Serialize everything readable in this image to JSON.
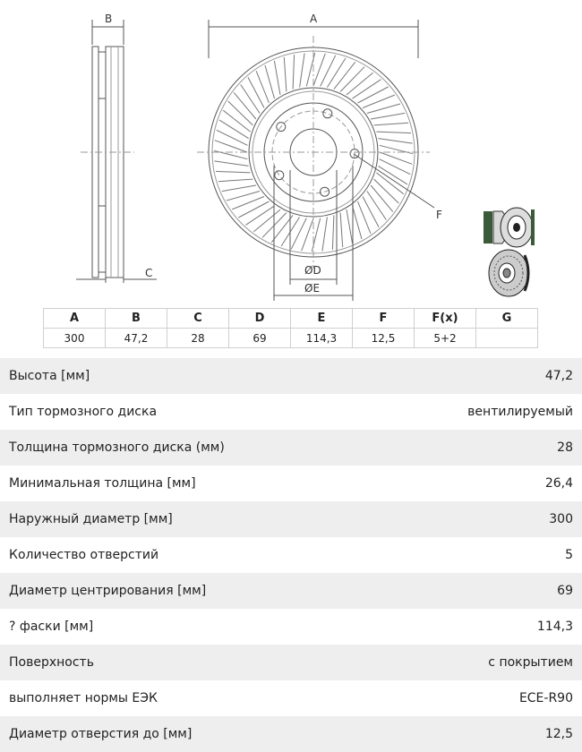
{
  "drawing": {
    "labels": {
      "B": "B",
      "A": "A",
      "C": "C",
      "F": "F",
      "D": "ØD",
      "E": "ØE"
    },
    "bolt_holes": 5,
    "vent_slots": 60
  },
  "dimension_table": {
    "headers": [
      "A",
      "B",
      "C",
      "D",
      "E",
      "F",
      "F(x)",
      "G"
    ],
    "values": [
      "300",
      "47,2",
      "28",
      "69",
      "114,3",
      "12,5",
      "5+2",
      ""
    ]
  },
  "specs": [
    {
      "label": "Высота [мм]",
      "value": "47,2"
    },
    {
      "label": "Тип тормозного диска",
      "value": "вентилируемый"
    },
    {
      "label": "Толщина тормозного диска (мм)",
      "value": "28"
    },
    {
      "label": "Минимальная толщина [мм]",
      "value": "26,4"
    },
    {
      "label": "Наружный диаметр [мм]",
      "value": "300"
    },
    {
      "label": "Количество отверстий",
      "value": "5"
    },
    {
      "label": "Диаметр центрирования [мм]",
      "value": "69"
    },
    {
      "label": "? фаски [мм]",
      "value": "114,3"
    },
    {
      "label": "Поверхность",
      "value": "с покрытием"
    },
    {
      "label": "выполняет нормы ЕЭК",
      "value": "ECE-R90"
    },
    {
      "label": "Диаметр отверстия до [мм]",
      "value": "12,5"
    }
  ],
  "colors": {
    "line": "#555555",
    "light_line": "#999999",
    "row_shade": "#eeeeee",
    "icon_green": "#3a5a3a"
  }
}
